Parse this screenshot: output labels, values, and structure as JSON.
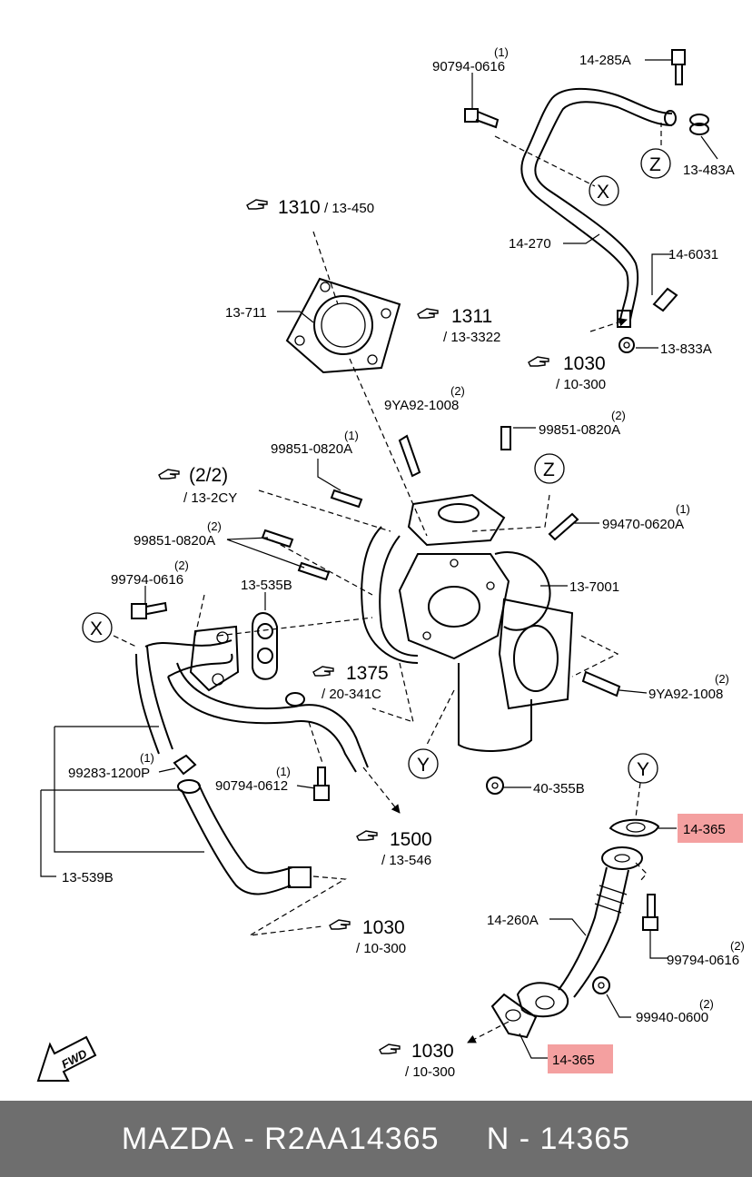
{
  "labels": {
    "p90794_0616_top": "90794-0616",
    "qty1_a": "(1)",
    "p14_285A": "14-285A",
    "pZ_top": "Z",
    "p13_483A": "13-483A",
    "pX_top": "X",
    "ref1310": "1310",
    "ref13_450": "/ 13-450",
    "p14_270": "14-270",
    "p14_6031": "14-6031",
    "p13_711": "13-711",
    "ref1311": "1311",
    "ref13_3322": "/ 13-3322",
    "p13_833A": "13-833A",
    "ref1030_a": "1030",
    "ref10_300_a": "/ 10-300",
    "qty2_a": "(2)",
    "p9YA92_1008_top": "9YA92-1008",
    "qty2_b": "(2)",
    "p99851_0820A_r": "99851-0820A",
    "qty1_b": "(1)",
    "p99851_0820A_m": "99851-0820A",
    "pZ_mid": "Z",
    "ref2_2": "(2/2)",
    "ref13_2CY": "/ 13-2CY",
    "qty1_c": "(1)",
    "p99470_0620A": "99470-0620A",
    "qty2_c": "(2)",
    "p99851_0820A_l": "99851-0820A",
    "qty2_d": "(2)",
    "p99794_0616_l": "99794-0616",
    "p13_535B": "13-535B",
    "p13_7001": "13-7001",
    "pX_left": "X",
    "ref1375": "1375",
    "ref20_341C": "/ 20-341C",
    "qty2_e": "(2)",
    "p9YA92_1008_r": "9YA92-1008",
    "qty1_d": "(1)",
    "p99283_1200P": "99283-1200P",
    "qty1_e": "(1)",
    "p90794_0612": "90794-0612",
    "pY_mid": "Y",
    "p40_355B": "40-355B",
    "pY_right": "Y",
    "p14_365_a": "14-365",
    "ref1500": "1500",
    "ref13_546": "/ 13-546",
    "p13_539B": "13-539B",
    "p14_260A": "14-260A",
    "qty2_f": "(2)",
    "p99794_0616_r": "99794-0616",
    "ref1030_b": "1030",
    "ref10_300_b": "/ 10-300",
    "qty2_g": "(2)",
    "p99940_0600": "99940-0600",
    "ref1030_c": "1030",
    "ref10_300_c": "/ 10-300",
    "p14_365_b": "14-365",
    "fwd": "FWD"
  },
  "footer": {
    "brand": "MAZDA",
    "sep": " - ",
    "part_number": "R2AA14365",
    "gap": "     ",
    "n_label": "N - 14365"
  },
  "colors": {
    "highlight": "#f4a0a0",
    "footer_bg": "#6e6e6e",
    "footer_text": "#ffffff"
  },
  "icons": [
    "reference-hand-icon",
    "fwd-arrow-icon"
  ]
}
